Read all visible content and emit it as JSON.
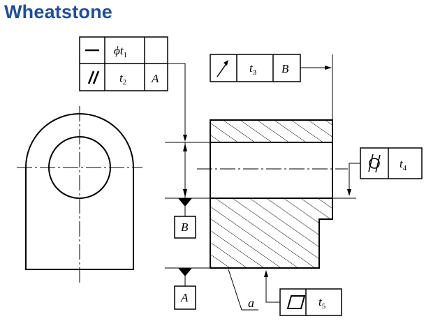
{
  "title": "Wheatstone",
  "frames": {
    "top_left": {
      "row1": {
        "symbol": "straightness-symbol",
        "phi": "ϕ",
        "tol": "t",
        "sub": "1"
      },
      "row2": {
        "symbol": "parallelism-symbol",
        "tol": "t",
        "sub": "2",
        "datum": "A"
      }
    },
    "runout": {
      "symbol": "circular-runout-symbol",
      "tol": "t",
      "sub": "3",
      "datum": "B"
    },
    "cylindricity": {
      "symbol": "cylindricity-symbol",
      "tol": "t",
      "sub": "4"
    },
    "flatness": {
      "symbol": "flatness-symbol",
      "tol": "t",
      "sub": "5"
    }
  },
  "datums": {
    "b": "B",
    "a": "A"
  },
  "surface_label": "a"
}
